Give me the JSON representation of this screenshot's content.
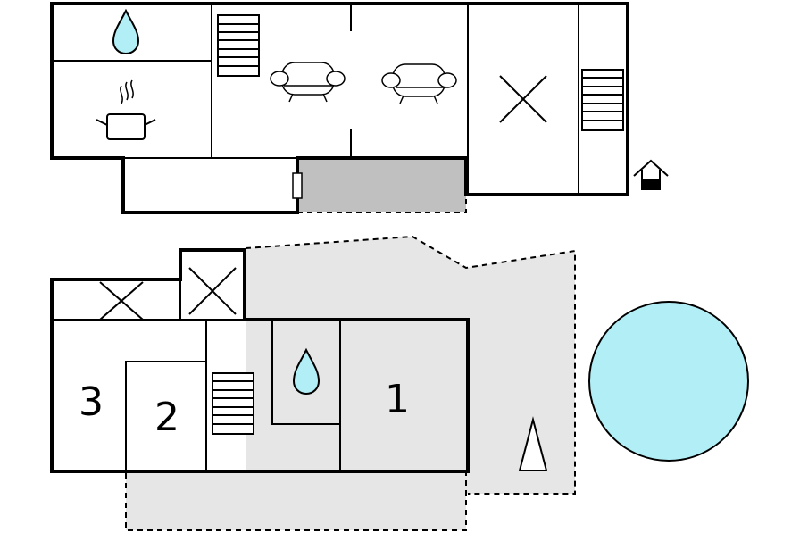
{
  "rooms": [
    {
      "number": "3"
    },
    {
      "number": "2"
    },
    {
      "number": "1"
    }
  ],
  "colors": {
    "water": "#b2eef5",
    "outdoor_area": "#e6e6e6",
    "covered_terrace": "#c0c0c0",
    "wall": "#000000"
  },
  "icons": [
    "water-drop-icon",
    "cooking-pot-icon",
    "stairs-icon",
    "sofa-icon",
    "storage-cross-icon",
    "house-entrance-icon",
    "pool-icon",
    "parasol-icon"
  ]
}
